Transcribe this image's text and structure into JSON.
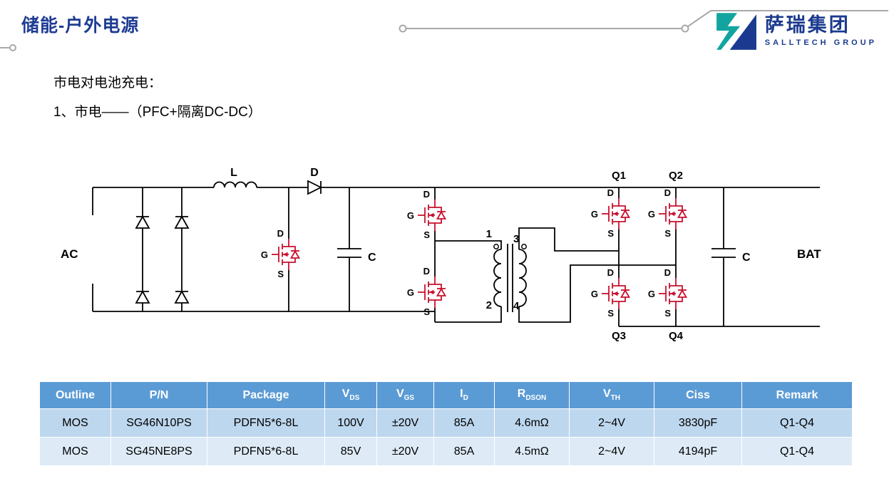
{
  "colors": {
    "title_blue": "#1F3C94",
    "logo_blue": "#1B3A8F",
    "logo_teal": "#12A5A0",
    "decor_gray": "#A8A8A8",
    "table_header_bg": "#5B9BD5",
    "table_row1_bg": "#BDD7EE",
    "table_row2_bg": "#DEEBF7",
    "mosfet_red": "#C8102E",
    "wire_black": "#000000"
  },
  "header": {
    "title": "储能-户外电源",
    "logo_name": "萨瑞集团",
    "logo_subtitle": "SALLTECH GROUP"
  },
  "intro": {
    "line1": "市电对电池充电：",
    "line2": "1、市电——（PFC+隔离DC-DC）"
  },
  "circuit": {
    "labels": {
      "ac": "AC",
      "bat": "BAT",
      "inductor": "L",
      "boost_diode": "D",
      "bus_cap": "C",
      "out_cap": "C",
      "gate": "G",
      "drain": "D",
      "source": "S",
      "q1": "Q1",
      "q2": "Q2",
      "q3": "Q3",
      "q4": "Q4",
      "t1": "1",
      "t2": "2",
      "t3": "3",
      "t4": "4"
    }
  },
  "table": {
    "headers": [
      {
        "main": "Outline"
      },
      {
        "main": "P/N"
      },
      {
        "main": "Package"
      },
      {
        "main": "V",
        "sub": "DS"
      },
      {
        "main": "V",
        "sub": "GS"
      },
      {
        "main": "I",
        "sub": "D"
      },
      {
        "main": "R",
        "sub": "DSON"
      },
      {
        "main": "V",
        "sub": "TH"
      },
      {
        "main": "Ciss"
      },
      {
        "main": "Remark"
      }
    ],
    "rows": [
      [
        "MOS",
        "SG46N10PS",
        "PDFN5*6-8L",
        "100V",
        "±20V",
        "85A",
        "4.6mΩ",
        "2~4V",
        "3830pF",
        "Q1-Q4"
      ],
      [
        "MOS",
        "SG45NE8PS",
        "PDFN5*6-8L",
        "85V",
        "±20V",
        "85A",
        "4.5mΩ",
        "2~4V",
        "4194pF",
        "Q1-Q4"
      ]
    ]
  }
}
